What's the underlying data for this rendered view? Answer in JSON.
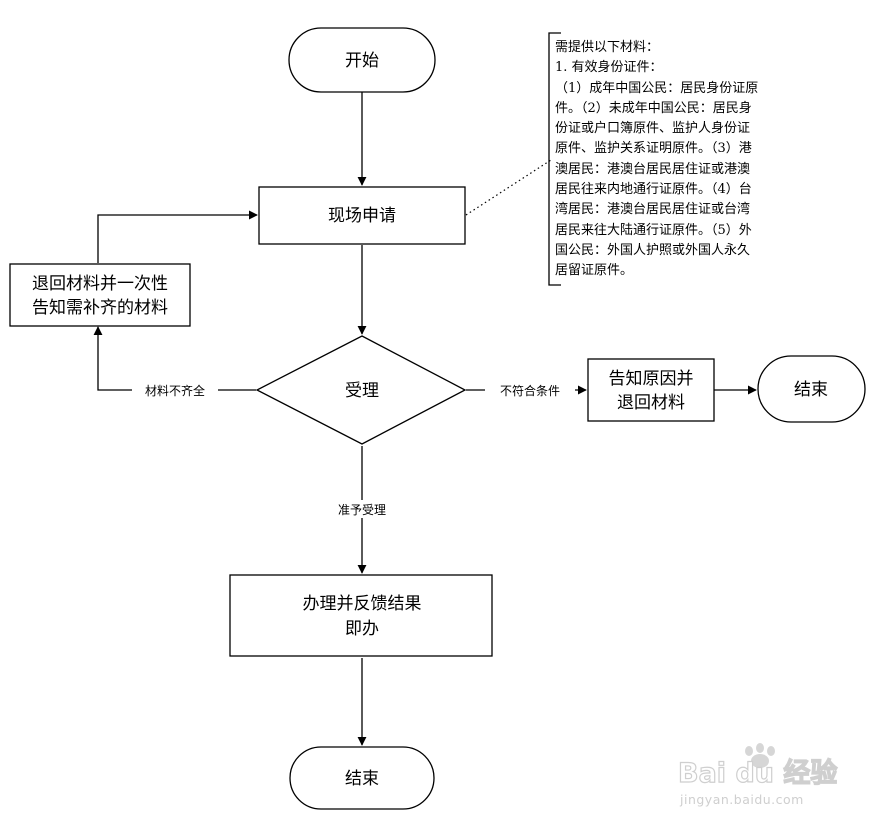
{
  "nodes": {
    "start": "开始",
    "apply": "现场申请",
    "accept": "受理",
    "return_materials": [
      "退回材料并一次性",
      "告知需补齐的材料"
    ],
    "reject": [
      "告知原因并",
      "退回材料"
    ],
    "end_right": "结束",
    "process": [
      "办理并反馈结果",
      "即办"
    ],
    "end_bottom": "结束"
  },
  "edges": {
    "incomplete": "材料不齐全",
    "not_qualified": "不符合条件",
    "accepted": "准予受理"
  },
  "note": {
    "lines": [
      "需提供以下材料：",
      "1. 有效身份证件：",
      "（1）成年中国公民：居民身份证原",
      "件。（2）未成年中国公民：居民身",
      "份证或户口簿原件、监护人身份证",
      "原件、监护关系证明原件。（3）港",
      "澳居民：港澳台居民居住证或港澳",
      "居民往来内地通行证原件。（4）台",
      "湾居民：港澳台居民居住证或台湾",
      "居民来往大陆通行证原件。（5）外",
      "国公民：外国人护照或外国人永久",
      "居留证原件。"
    ]
  },
  "watermark": {
    "brand": "Bai du 经验",
    "url": "jingyan.baidu.com"
  }
}
